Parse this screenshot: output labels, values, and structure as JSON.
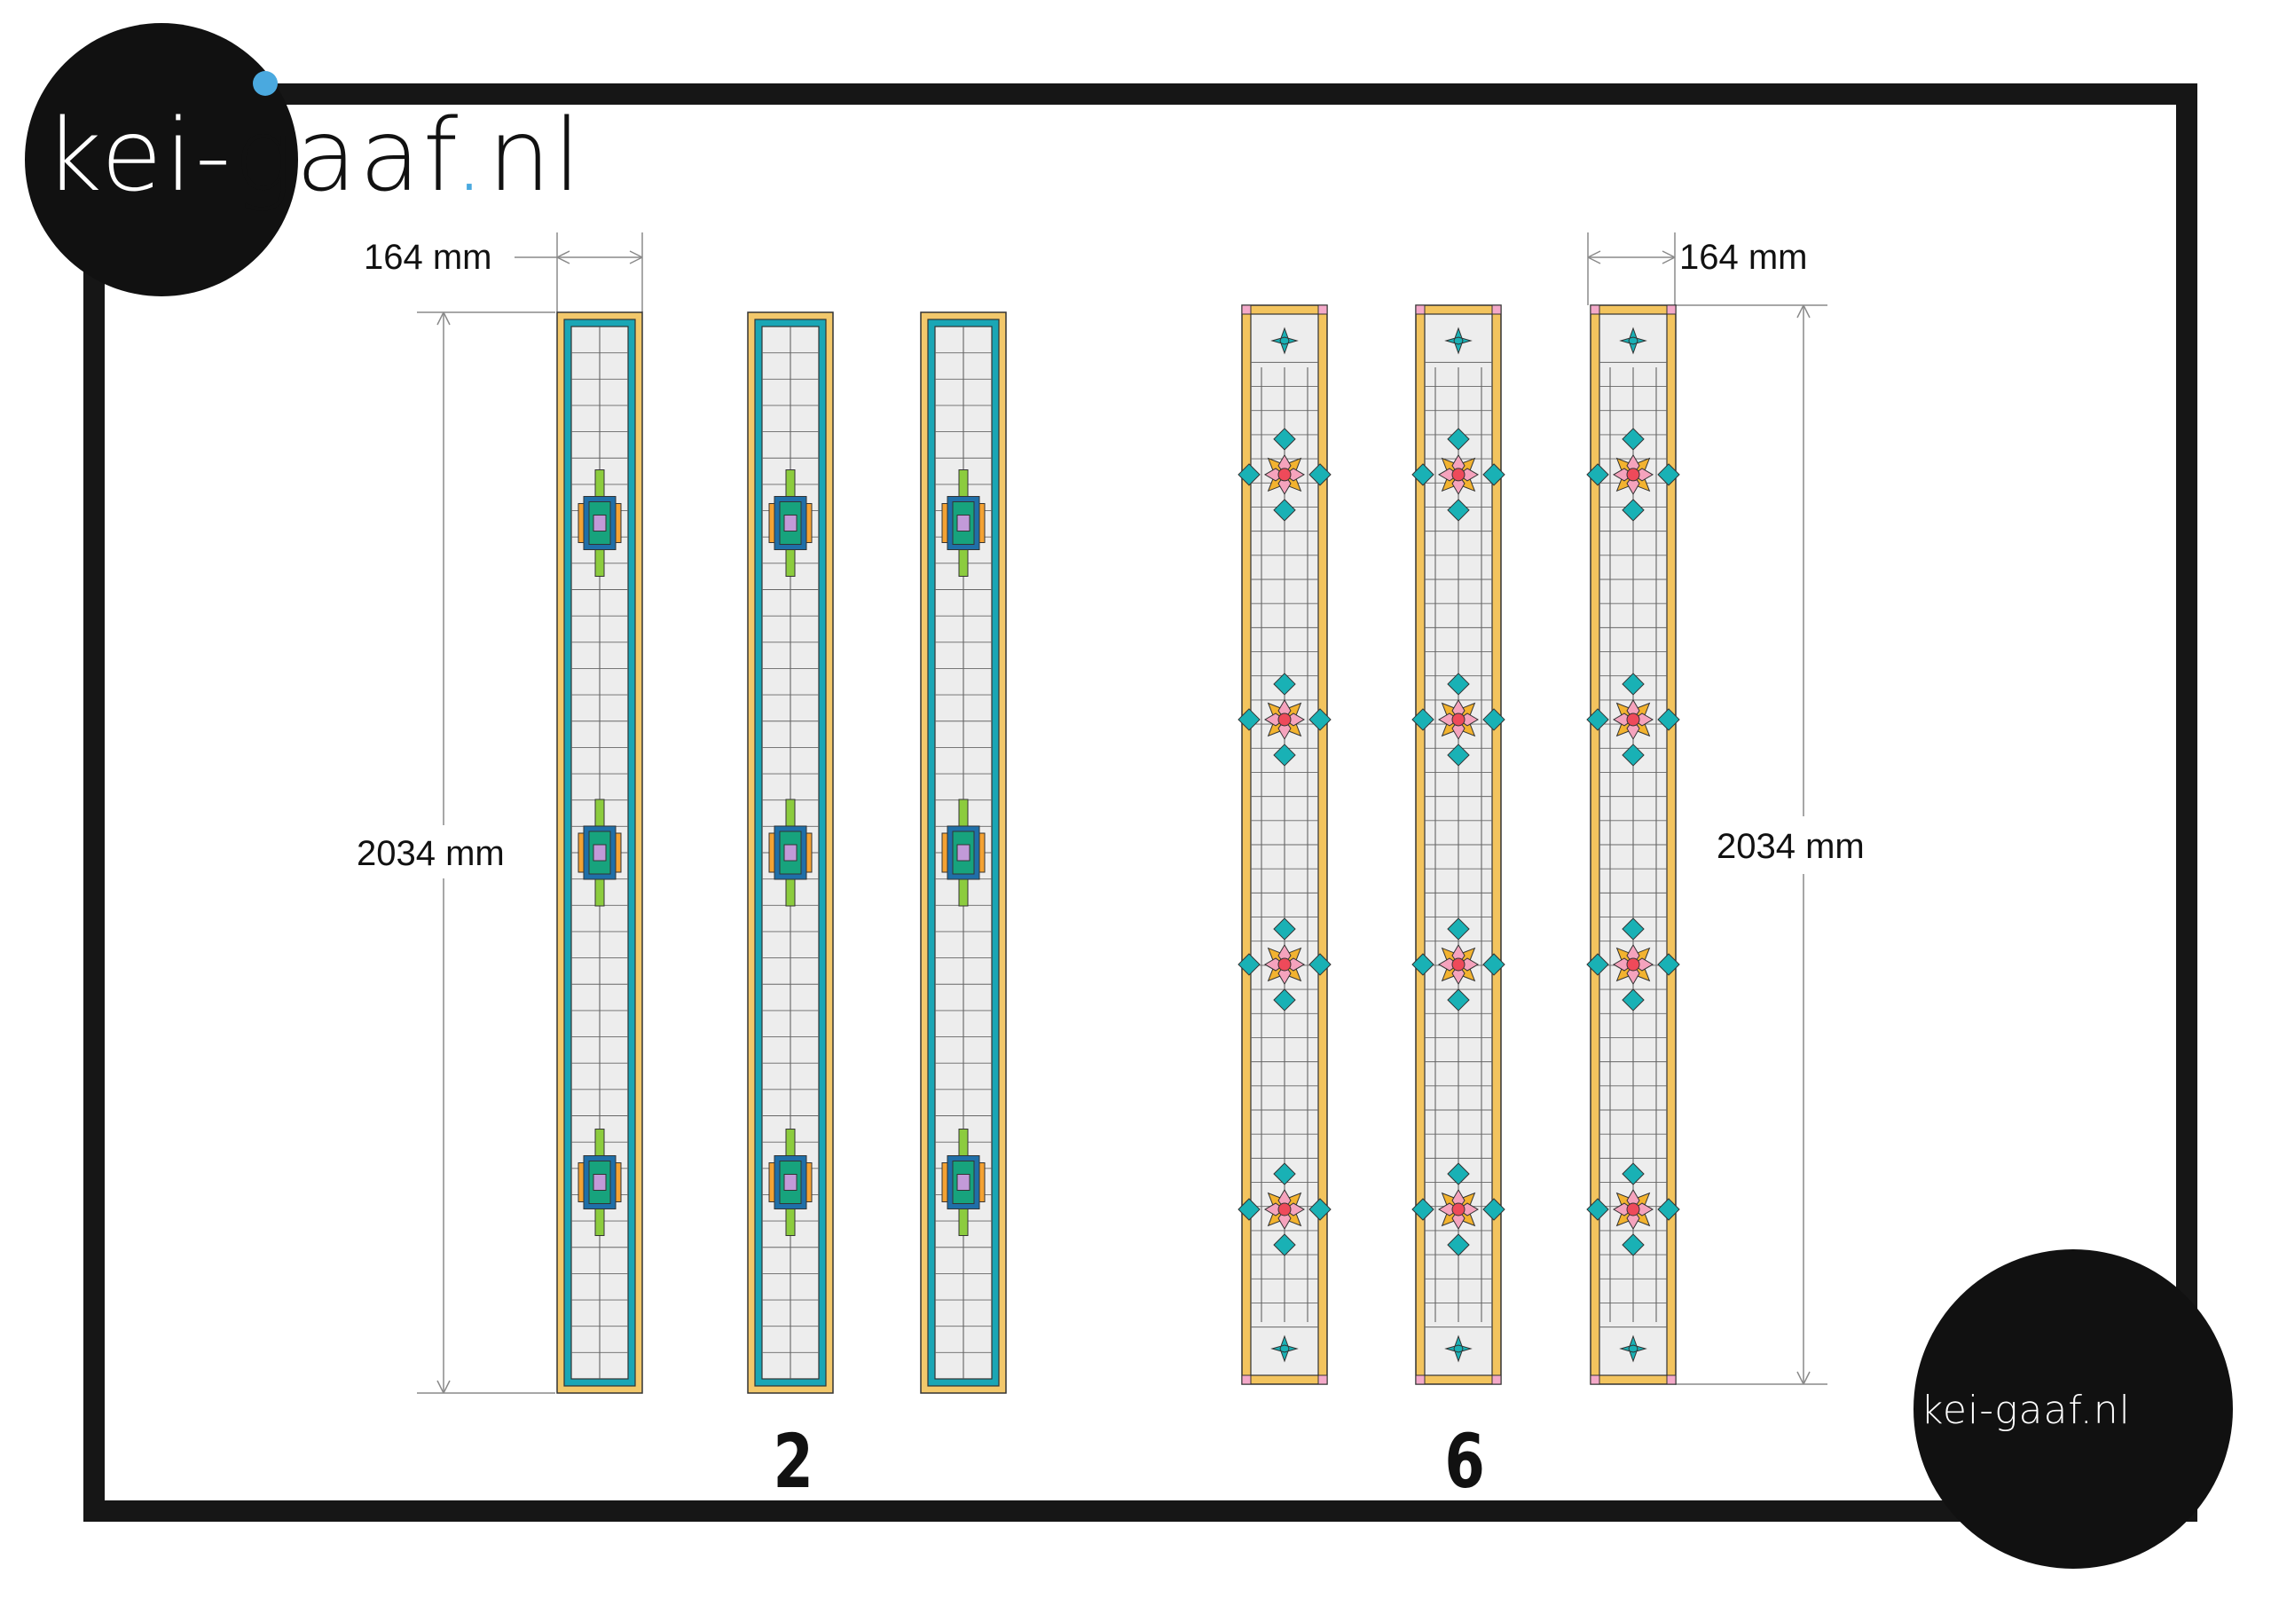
{
  "brand": {
    "logo_text_left": "kei-",
    "logo_text_right": "gaaf",
    "logo_tld": "nl",
    "small_logo_text": "kei-gaaf.nl",
    "colors": {
      "black": "#111111",
      "accent_dot": "#4aa9df",
      "frame": "#161616"
    }
  },
  "dimensions": {
    "width_label": "164 mm",
    "height_label": "2034 mm"
  },
  "groups": [
    {
      "label": "2",
      "panel_count": 3,
      "style": "teal border with green and purple geometric motifs",
      "colors": {
        "border_outer": "#f2c86b",
        "border_inner": "#1aa6b5",
        "accent_green": "#8ccc3e",
        "accent_purple": "#c29ad8",
        "accent_orange": "#f4a233",
        "glass": "#ededed"
      },
      "motifs_per_panel": 3
    },
    {
      "label": "6",
      "panel_count": 3,
      "style": "amber border with pink flower motifs",
      "colors": {
        "border_outer": "#f3c45e",
        "corner": "#f4a9c9",
        "petal_pink": "#f5a3bd",
        "petal_red": "#ee4a5a",
        "leaf_teal": "#19b1b5",
        "flower_yellow": "#f3b32f",
        "glass": "#ededed"
      },
      "motifs_per_panel": 4
    }
  ]
}
